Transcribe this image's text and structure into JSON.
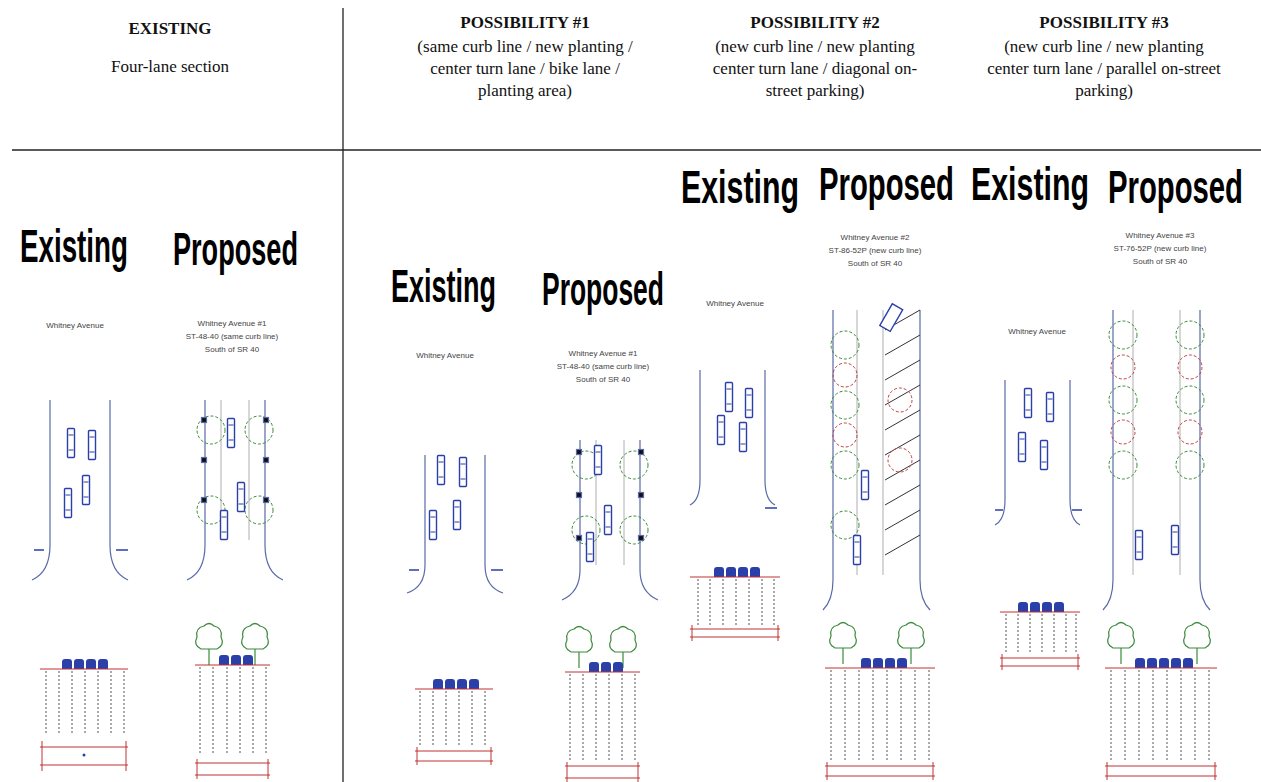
{
  "diagram": {
    "labels": [
      "EXISTING",
      "Four-lane section",
      "POSSIBILITY #1",
      "(same curb line / new planting / center turn lane / bike lane / planting area)",
      "POSSIBILITY #2",
      "(new curb line / new planting center turn lane / diagonal on-street parking)",
      "POSSIBILITY #3",
      "(new curb line / new planting center turn lane / parallel on-street parking)",
      "Existing",
      "Proposed",
      "Whitney Avenue",
      "Whitney Avenue #1",
      "ST-48-40 (same curb line)",
      "South of SR 40",
      "Existing",
      "Proposed",
      "Whitney Avenue",
      "Whitney Avenue #1",
      "ST-48-40 (same curb line)",
      "South of SR 40",
      "Existing",
      "Proposed",
      "Whitney Avenue",
      "Whitney Avenue #2",
      "ST-86-52P (new curb line)",
      "South of SR 40",
      "Existing",
      "Proposed",
      "Whitney Avenue",
      "Whitney Avenue #3",
      "ST-76-52P (new curb line)",
      "South of SR 40"
    ]
  }
}
